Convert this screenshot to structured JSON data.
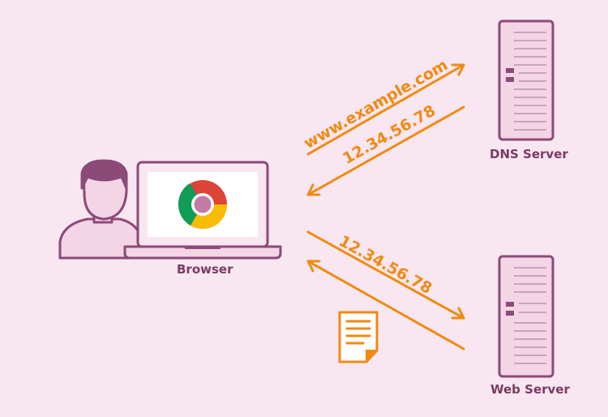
{
  "labels": {
    "browser": "Browser",
    "dns_server": "DNS Server",
    "web_server": "Web Server"
  },
  "messages": {
    "domain_query": "www.example.com",
    "dns_answer": "12.34.56.78",
    "http_request": "12.34.56.78"
  },
  "colors": {
    "background": "#f8e6f0",
    "outline": "#8c4a78",
    "arrow": "#f08a12",
    "fill": "#f3d5e5"
  }
}
